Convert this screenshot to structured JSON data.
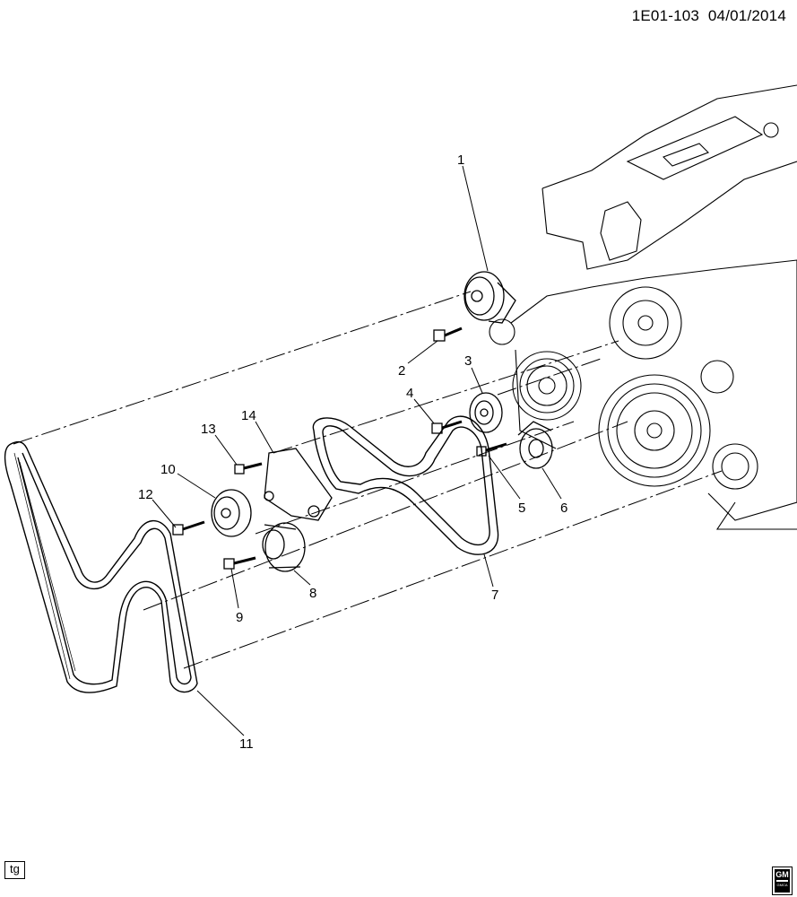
{
  "header": {
    "code": "1E01-103",
    "date": "04/01/2014"
  },
  "callouts": [
    "1",
    "2",
    "3",
    "4",
    "5",
    "6",
    "7",
    "8",
    "9",
    "10",
    "11",
    "12",
    "13",
    "14"
  ],
  "footer": {
    "tag": "tg",
    "logo": "GM",
    "logo_sub": "GMCA"
  }
}
